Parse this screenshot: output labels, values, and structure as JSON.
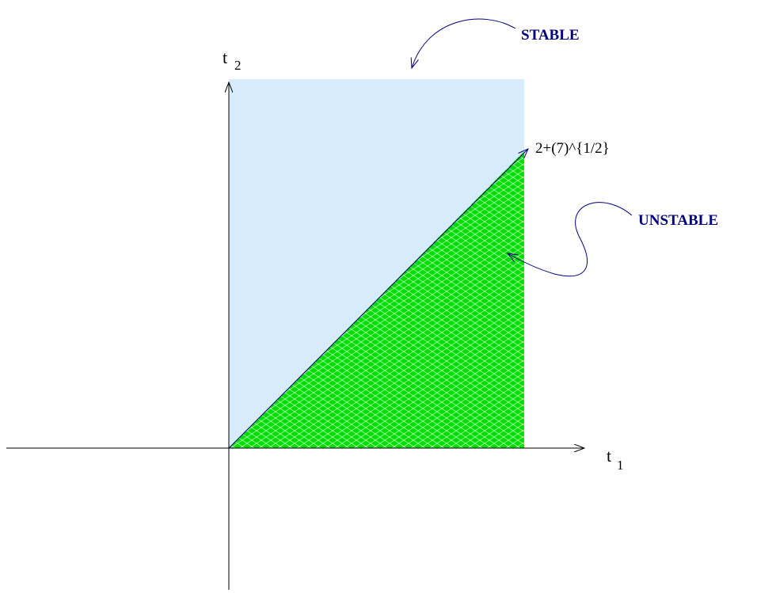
{
  "axes": {
    "x_label": "t",
    "x_subscript": "1",
    "y_label": "t",
    "y_subscript": "2"
  },
  "boundary": {
    "label": "2+(7)^{1/2}"
  },
  "regions": {
    "stable": {
      "label": "STABLE",
      "fill_color": "#d6ebfb"
    },
    "unstable": {
      "label": "UNSTABLE",
      "fill_color": "#00dd00",
      "hatch_color": "#ffffff"
    }
  },
  "colors": {
    "label_color": "#000080",
    "axis_color": "#000000"
  }
}
